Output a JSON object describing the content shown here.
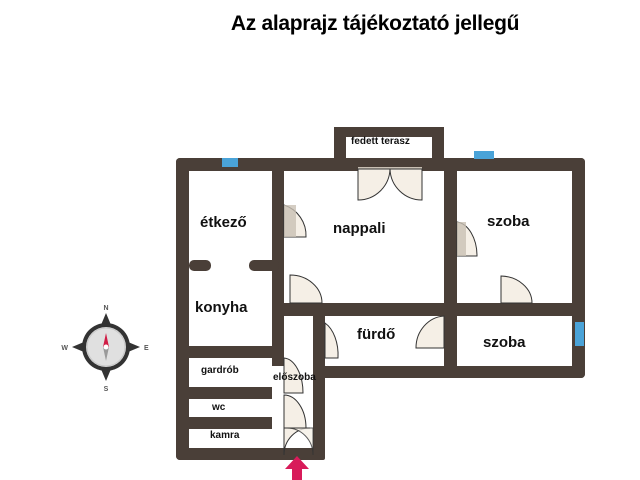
{
  "title": "Az alaprajz tájékoztató jellegű",
  "colors": {
    "wall": "#4a3f38",
    "window": "#4aa3d8",
    "door_fill": "#f5efe6",
    "door_leaf": "#c9c0b4",
    "entrance_arrow": "#d81b5a",
    "compass_red": "#d01c45",
    "compass_ring": "#333333"
  },
  "rooms": [
    {
      "id": "etkezo",
      "label": "étkező"
    },
    {
      "id": "nappali",
      "label": "nappali"
    },
    {
      "id": "szoba1",
      "label": "szoba"
    },
    {
      "id": "konyha",
      "label": "konyha"
    },
    {
      "id": "furdo",
      "label": "fürdő"
    },
    {
      "id": "szoba2",
      "label": "szoba"
    },
    {
      "id": "gardrob",
      "label": "gardrób"
    },
    {
      "id": "eloszoba",
      "label": "előszoba"
    },
    {
      "id": "wc",
      "label": "wc"
    },
    {
      "id": "kamra",
      "label": "kamra"
    },
    {
      "id": "fedett_terasz",
      "label": "fedett terasz"
    }
  ],
  "compass": {
    "n": "N",
    "s": "S",
    "e": "E",
    "w": "W"
  },
  "entrance": {
    "icon": "entrance-arrow-icon"
  }
}
